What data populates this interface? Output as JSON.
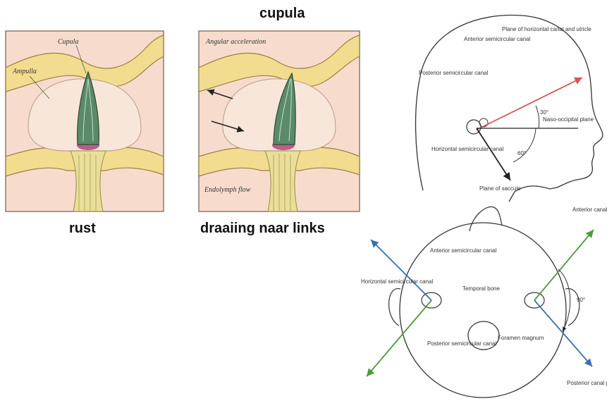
{
  "captions": {
    "top": "cupula",
    "left": "rust",
    "middle": "draaiing naar links"
  },
  "panel_rest": {
    "cupula": "Cupula",
    "ampulla": "Ampulla"
  },
  "panel_rotation": {
    "angular_acceleration": "Angular acceleration",
    "endolymph_flow": "Endolymph flow"
  },
  "side_head": {
    "anterior": "Anterior semicircular canal",
    "posterior": "Posterior semicircular canal",
    "horizontal": "Horizontal semicircular canal",
    "plane_horizontal": "Plane of horizontal canal and utricle",
    "naso_occipital": "Naso-occipital plane",
    "plane_saccule": "Plane of saccule",
    "angle_30": "30°",
    "angle_60": "60°"
  },
  "top_head": {
    "anterior_canal": "Anterior semicircular canal",
    "horizontal_canal": "Horizontal semicircular canal",
    "temporal_bone": "Temporal bone",
    "posterior_canal": "Posterior semicircular canal",
    "foramen_magnum": "Foramen magnum",
    "anterior_plane": "Anterior canal plane",
    "posterior_plane": "Posterior canal plane",
    "angle_90": "90°"
  },
  "colors": {
    "background": "#ffffff",
    "panel_fill": "#f7dccd",
    "membrane": "#f2dc8f",
    "cupula_green": "#5a8a6a",
    "hair_cells": "#c05a8a",
    "nerve": "#eadf9a",
    "plane_red": "#d9534f",
    "plane_blue": "#3b6fb0",
    "plane_green": "#4a9a3a"
  }
}
